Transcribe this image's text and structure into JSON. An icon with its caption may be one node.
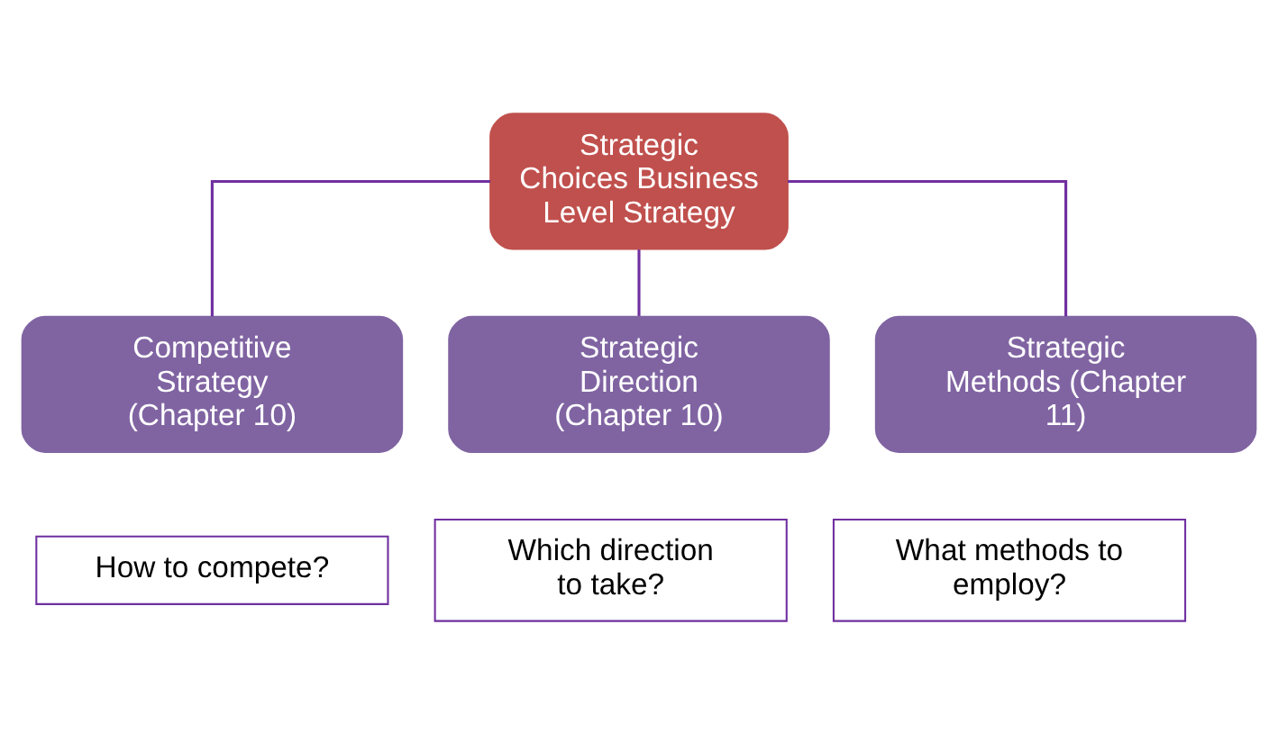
{
  "diagram": {
    "nodes": [
      {
        "text": [
          "Strategic Choices Business Level Strategy"
        ]
      },
      {
        "text": [
          "Competitive Strategy (Chapter 10)"
        ]
      },
      {
        "text": [
          "Strategic Direction (Chapter 10)"
        ]
      },
      {
        "text": [
          "Strategic Methods (Chapter 11)"
        ]
      },
      {
        "text": [
          "How to compete?"
        ]
      },
      {
        "text": [
          "Which direction to take?"
        ]
      },
      {
        "text": [
          "What methods to employ?"
        ]
      }
    ],
    "edges": [
      {
        "from": 0,
        "to": 1,
        "arrow": "none"
      },
      {
        "from": 0,
        "to": 2,
        "arrow": "none"
      },
      {
        "from": 0,
        "to": 3,
        "arrow": "none"
      }
    ]
  }
}
